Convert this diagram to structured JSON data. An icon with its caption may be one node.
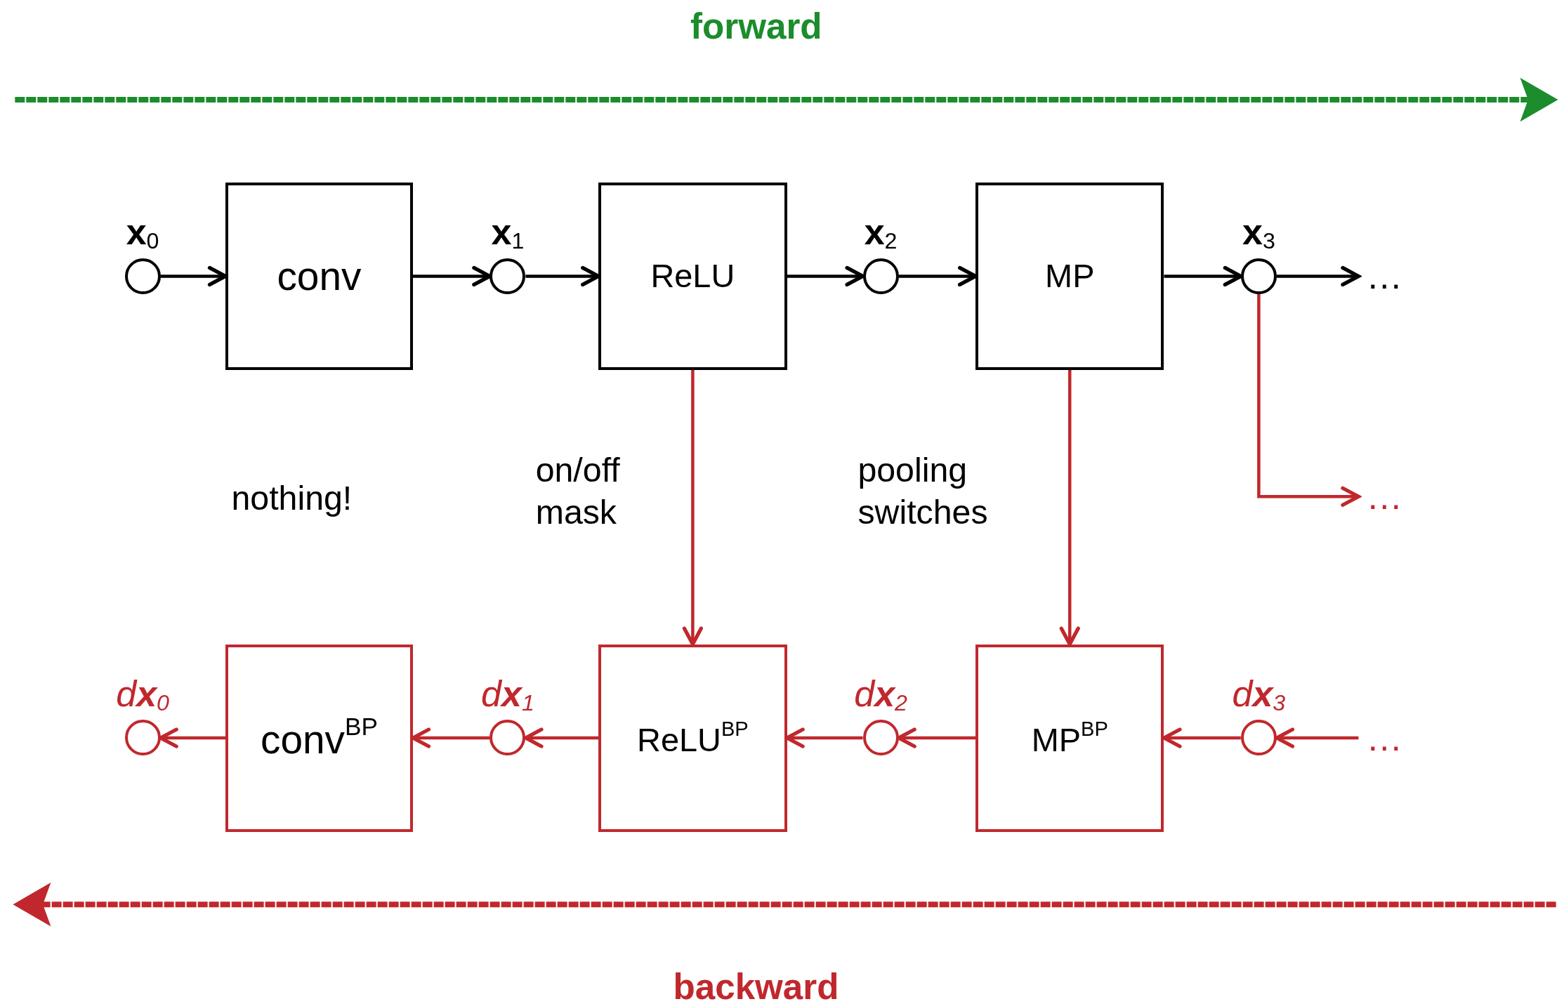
{
  "diagram": {
    "nodes": [
      {
        "text": [
          "**x**$_{0}$"
        ]
      },
      {
        "text": [
          "conv"
        ]
      },
      {
        "text": [
          "**x**$_{1}$"
        ]
      },
      {
        "text": [
          "ReLU"
        ]
      },
      {
        "text": [
          "**x**$_{2}$"
        ]
      },
      {
        "text": [
          "MP"
        ]
      },
      {
        "text": [
          "**x**$_{3}$"
        ]
      },
      {
        "text": [
          "…"
        ]
      },
      {
        "text": [
          "…"
        ]
      },
      {
        "text": [
          "d**x**$_{0}$"
        ]
      },
      {
        "text": [
          "conv$^{BP}$"
        ]
      },
      {
        "text": [
          "d**x**$_{1}$"
        ]
      },
      {
        "text": [
          "ReLU$^{BP}$"
        ]
      },
      {
        "text": [
          "d**x**$_{2}$"
        ]
      },
      {
        "text": [
          "MP$^{BP}$"
        ]
      },
      {
        "text": [
          "d**x**$_{3}$"
        ]
      },
      {
        "text": [
          "…"
        ]
      }
    ],
    "edges": [
      {
        "from": 0,
        "to": 1,
        "arrow": "to",
        "color": "#000000"
      },
      {
        "from": 1,
        "to": 2,
        "arrow": "to",
        "color": "#000000"
      },
      {
        "from": 2,
        "to": 3,
        "arrow": "to",
        "color": "#000000"
      },
      {
        "from": 3,
        "to": 4,
        "arrow": "to",
        "color": "#000000"
      },
      {
        "from": 4,
        "to": 5,
        "arrow": "to",
        "color": "#000000"
      },
      {
        "from": 5,
        "to": 6,
        "arrow": "to",
        "color": "#000000"
      },
      {
        "from": 6,
        "to": 7,
        "arrow": "to",
        "color": "#000000"
      },
      {
        "from": 6,
        "to": 8,
        "arrow": "to"
      },
      {
        "from": 3,
        "to": 12,
        "arrow": "to"
      },
      {
        "from": 5,
        "to": 14,
        "arrow": "to"
      },
      {
        "from": 16,
        "to": 15,
        "arrow": "to"
      },
      {
        "from": 15,
        "to": 14,
        "arrow": "to"
      },
      {
        "from": 14,
        "to": 13,
        "arrow": "to"
      },
      {
        "from": 13,
        "to": 12,
        "arrow": "to"
      },
      {
        "from": 12,
        "to": 11,
        "arrow": "to"
      },
      {
        "from": 11,
        "to": 10,
        "arrow": "to"
      },
      {
        "from": 10,
        "to": 9,
        "arrow": "to"
      }
    ],
    "labels": [
      "forward",
      "nothing!",
      "on/off mask",
      "pooling switches",
      "backward"
    ]
  }
}
